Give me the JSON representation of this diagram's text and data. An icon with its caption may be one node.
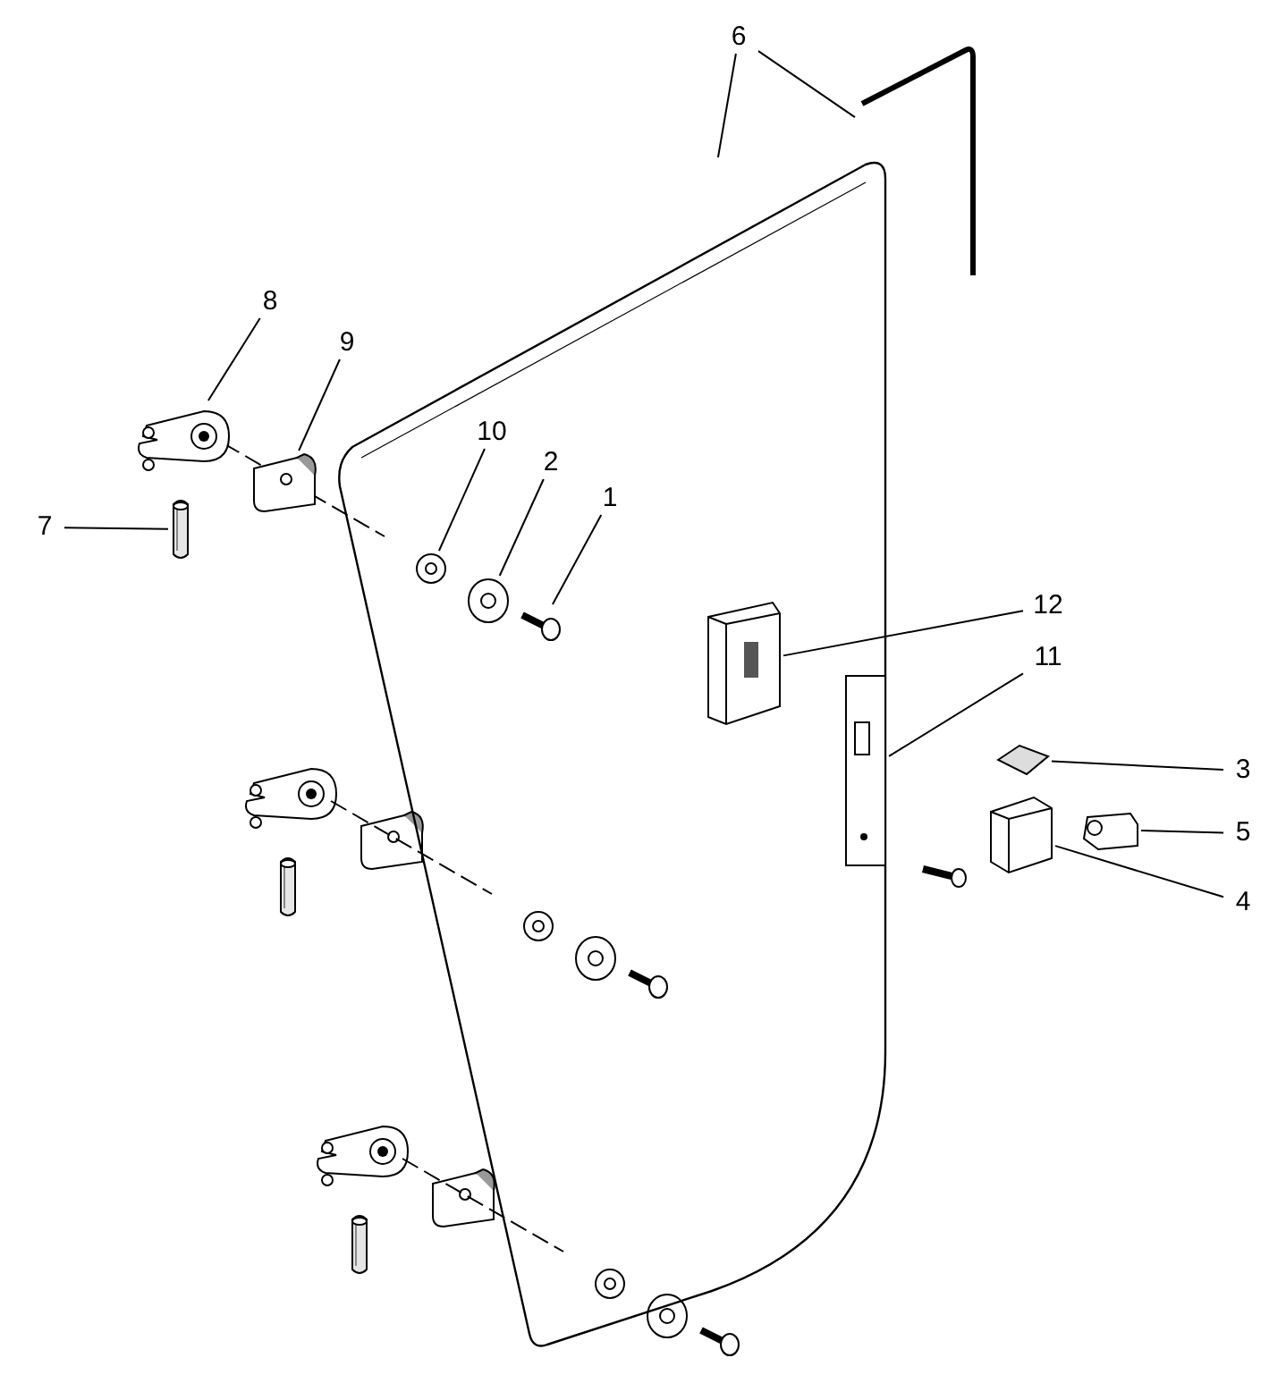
{
  "diagram": {
    "nodes": [
      {
        "text": [
          "6"
        ]
      },
      {
        "text": [
          "8"
        ]
      },
      {
        "text": [
          "9"
        ]
      },
      {
        "text": [
          "10"
        ],
        "in": 13
      },
      {
        "text": [
          "2"
        ],
        "in": 13
      },
      {
        "text": [
          "1"
        ],
        "in": 13
      },
      {
        "text": [
          "7"
        ]
      },
      {
        "text": [
          "12"
        ]
      },
      {
        "text": [
          "11"
        ]
      },
      {
        "text": [
          "3"
        ]
      },
      {
        "text": [
          "5"
        ]
      },
      {
        "text": [
          "4"
        ]
      },
      {
        "text": [],
        "shape": "picture"
      },
      {
        "text": [],
        "shape": "picture"
      },
      {
        "text": [],
        "shape": "picture"
      },
      {
        "text": [],
        "shape": "picture"
      },
      {
        "text": [],
        "shape": "picture",
        "in": 13
      },
      {
        "text": [],
        "shape": "picture",
        "in": 13
      },
      {
        "text": [],
        "shape": "picture",
        "in": 13
      },
      {
        "text": [],
        "shape": "picture"
      },
      {
        "text": [],
        "shape": "picture",
        "in": 13
      },
      {
        "text": [],
        "shape": "picture",
        "in": 13
      },
      {
        "text": [],
        "shape": "picture"
      },
      {
        "text": [],
        "shape": "picture"
      },
      {
        "text": [],
        "shape": "picture"
      }
    ],
    "edges": [
      {
        "from": 0,
        "to": 12,
        "arrow": "none"
      },
      {
        "from": 0,
        "to": 13,
        "arrow": "none"
      },
      {
        "from": 1,
        "to": 14,
        "arrow": "none"
      },
      {
        "from": 2,
        "to": 15,
        "arrow": "none"
      },
      {
        "from": 3,
        "to": 16,
        "arrow": "none"
      },
      {
        "from": 4,
        "to": 17,
        "arrow": "none"
      },
      {
        "from": 5,
        "to": 18,
        "arrow": "none"
      },
      {
        "from": 6,
        "to": 19,
        "arrow": "none"
      },
      {
        "from": 7,
        "to": 20,
        "arrow": "none"
      },
      {
        "from": 8,
        "to": 21,
        "arrow": "none"
      },
      {
        "from": 9,
        "to": 22,
        "arrow": "none"
      },
      {
        "from": 10,
        "to": 23,
        "arrow": "none"
      },
      {
        "from": 11,
        "to": 24,
        "arrow": "none"
      }
    ]
  }
}
